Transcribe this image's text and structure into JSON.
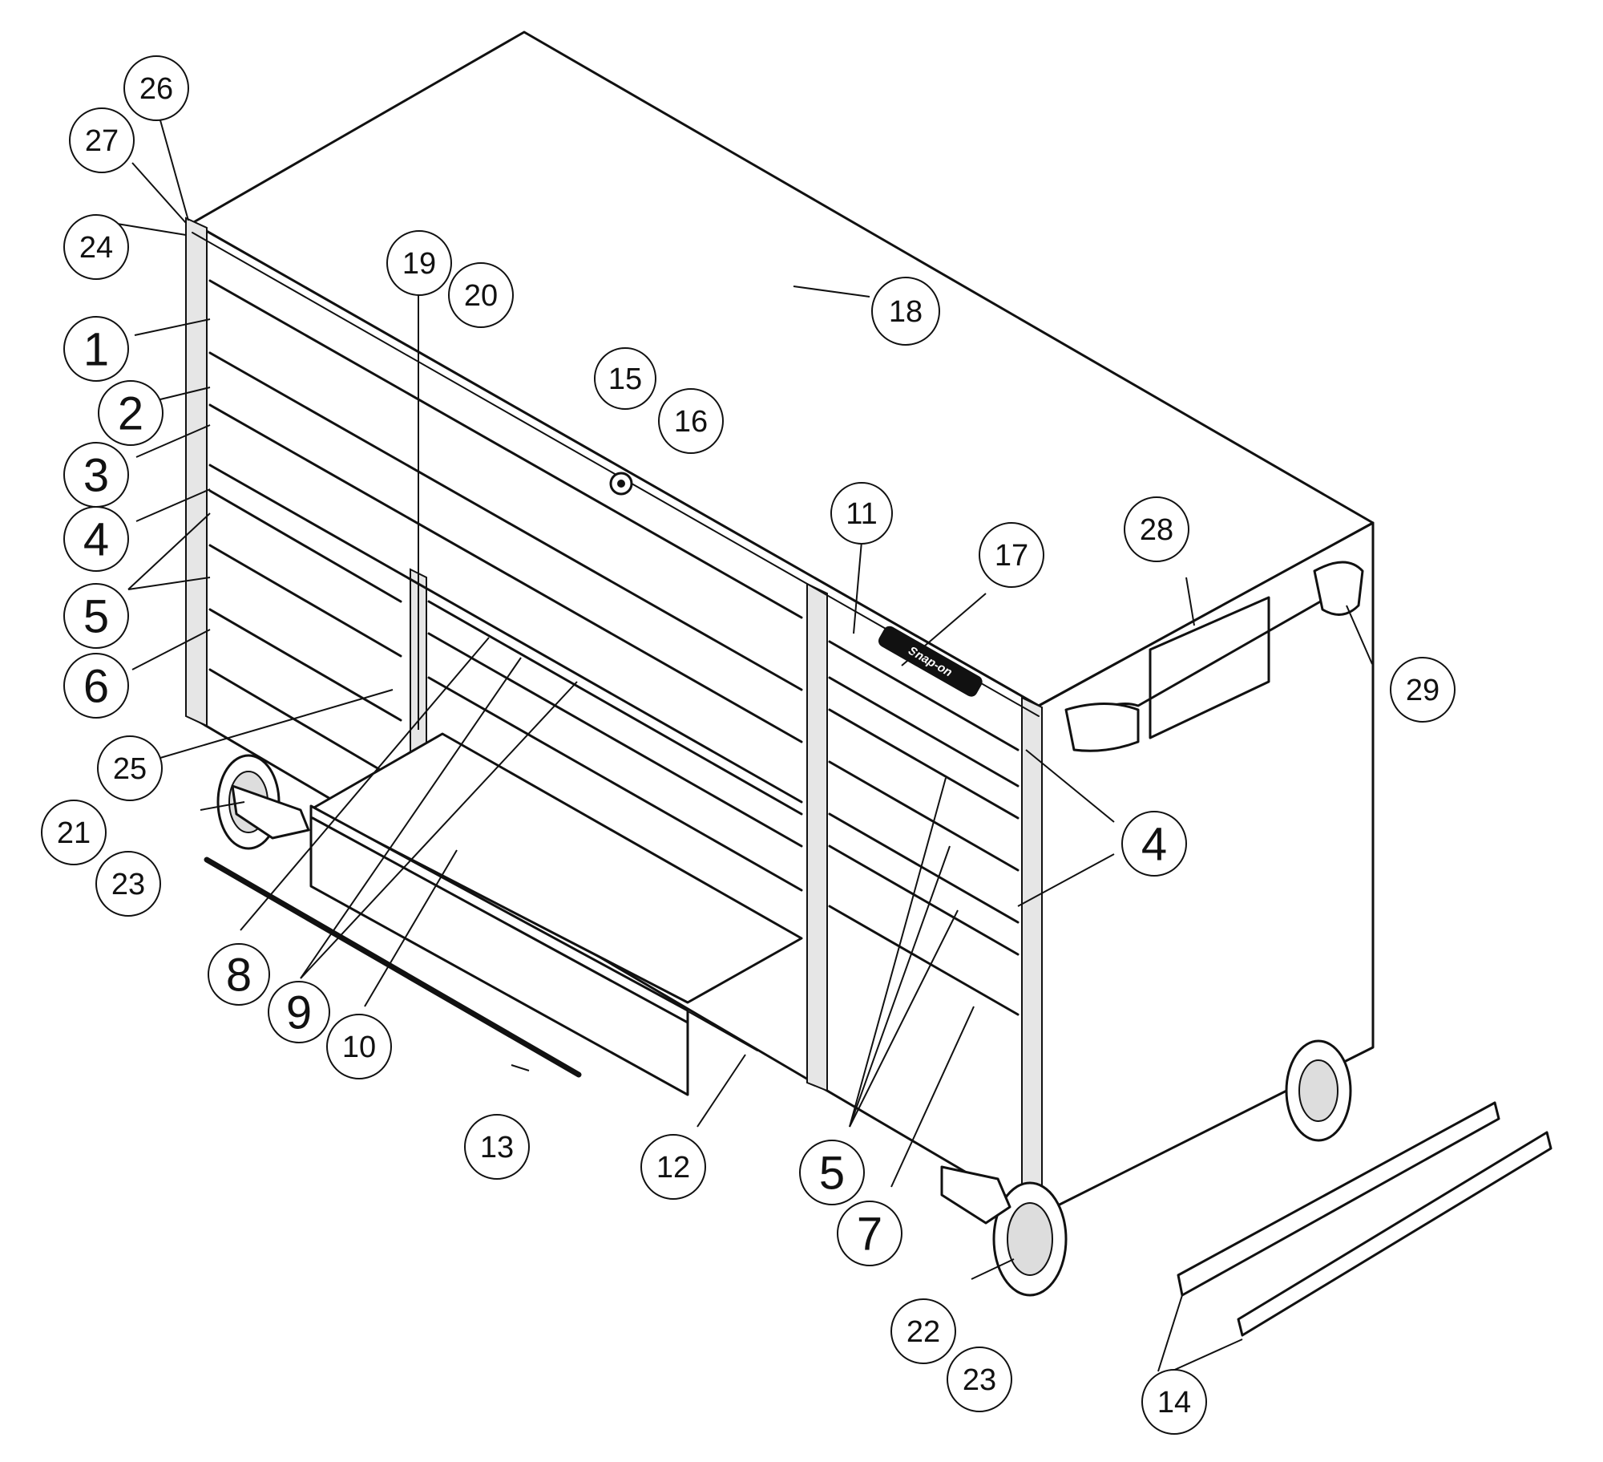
{
  "callouts": [
    {
      "id": "c1",
      "label": "1"
    },
    {
      "id": "c2",
      "label": "2"
    },
    {
      "id": "c3",
      "label": "3"
    },
    {
      "id": "c4a",
      "label": "4"
    },
    {
      "id": "c5a",
      "label": "5"
    },
    {
      "id": "c6",
      "label": "6"
    },
    {
      "id": "c7",
      "label": "7"
    },
    {
      "id": "c8",
      "label": "8"
    },
    {
      "id": "c9",
      "label": "9"
    },
    {
      "id": "c10",
      "label": "10"
    },
    {
      "id": "c11",
      "label": "11"
    },
    {
      "id": "c12",
      "label": "12"
    },
    {
      "id": "c13",
      "label": "13"
    },
    {
      "id": "c14",
      "label": "14"
    },
    {
      "id": "c15",
      "label": "15"
    },
    {
      "id": "c16",
      "label": "16"
    },
    {
      "id": "c17",
      "label": "17"
    },
    {
      "id": "c18",
      "label": "18"
    },
    {
      "id": "c19",
      "label": "19"
    },
    {
      "id": "c20",
      "label": "20"
    },
    {
      "id": "c21",
      "label": "21"
    },
    {
      "id": "c22",
      "label": "22"
    },
    {
      "id": "c23a",
      "label": "23"
    },
    {
      "id": "c23b",
      "label": "23"
    },
    {
      "id": "c24",
      "label": "24"
    },
    {
      "id": "c25",
      "label": "25"
    },
    {
      "id": "c26",
      "label": "26"
    },
    {
      "id": "c27",
      "label": "27"
    },
    {
      "id": "c28",
      "label": "28"
    },
    {
      "id": "c29",
      "label": "29"
    },
    {
      "id": "c4b",
      "label": "4"
    },
    {
      "id": "c5b",
      "label": "5"
    }
  ],
  "logo": {
    "text": "Snap-on"
  }
}
